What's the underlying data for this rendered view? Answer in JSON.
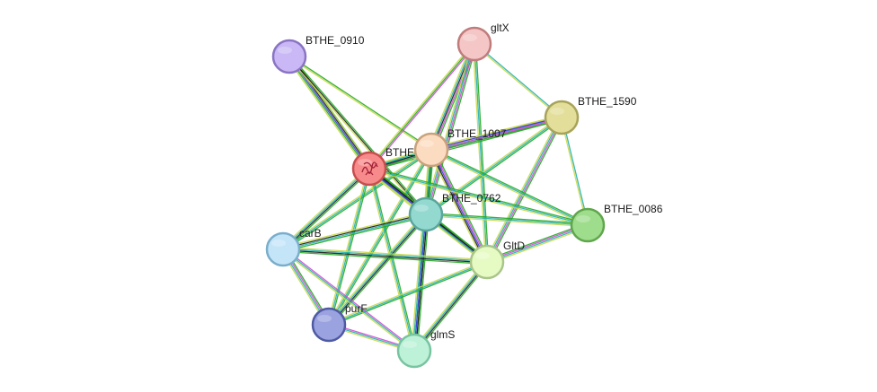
{
  "network": {
    "nodes": [
      {
        "id": "BTHE_0910",
        "label": "BTHE_0910",
        "fill": "#c9b8f5",
        "stroke": "#8a74c4",
        "icon": "none"
      },
      {
        "id": "gltX",
        "label": "gltX",
        "fill": "#f5c6c6",
        "stroke": "#c07c7c",
        "icon": "none"
      },
      {
        "id": "BTHE_1590",
        "label": "BTHE_1590",
        "fill": "#e3de99",
        "stroke": "#a8a35a",
        "icon": "none"
      },
      {
        "id": "BTHE_1007",
        "label": "BTHE_1007",
        "fill": "#fcdcc0",
        "stroke": "#c9a27c",
        "icon": "none"
      },
      {
        "id": "BTHE",
        "label": "BTHE",
        "fill": "#f78a8a",
        "stroke": "#c84e4e",
        "icon": "protein-structure-icon"
      },
      {
        "id": "BTHE_0762",
        "label": "BTHE_0762",
        "fill": "#93d9d0",
        "stroke": "#5aa69c",
        "icon": "none"
      },
      {
        "id": "BTHE_0086",
        "label": "BTHE_0086",
        "fill": "#9edd8c",
        "stroke": "#5fa64c",
        "icon": "none"
      },
      {
        "id": "carB",
        "label": "carB",
        "fill": "#c4e5f8",
        "stroke": "#7aaecb",
        "icon": "none"
      },
      {
        "id": "GltD",
        "label": "GltD",
        "fill": "#e6fbc4",
        "stroke": "#a9c58a",
        "icon": "none"
      },
      {
        "id": "purF",
        "label": "purF",
        "fill": "#9aa3e0",
        "stroke": "#4f5aa3",
        "icon": "none"
      },
      {
        "id": "glmS",
        "label": "glmS",
        "fill": "#bdf2d8",
        "stroke": "#79c4a0",
        "icon": "none"
      }
    ],
    "edges": [
      {
        "source": "BTHE_0910",
        "target": "BTHE",
        "colors": [
          "#8ac926",
          "#1a1a1a",
          "#3a3ad6",
          "#22aa22",
          "#c8d84a"
        ]
      },
      {
        "source": "BTHE_0910",
        "target": "BTHE_0762",
        "colors": [
          "#22aa22",
          "#1a1a1a",
          "#c8d84a"
        ]
      },
      {
        "source": "BTHE_0910",
        "target": "BTHE_1007",
        "colors": [
          "#22aa22",
          "#c8d84a"
        ]
      },
      {
        "source": "gltX",
        "target": "BTHE",
        "colors": [
          "#d04ad0",
          "#22aa22",
          "#c8d84a"
        ]
      },
      {
        "source": "gltX",
        "target": "BTHE_1007",
        "colors": [
          "#22aa22",
          "#d04ad0",
          "#1a1a1a",
          "#22b0b0",
          "#c8d84a"
        ]
      },
      {
        "source": "gltX",
        "target": "BTHE_0762",
        "colors": [
          "#22aa22",
          "#d04ad0",
          "#22b0b0",
          "#c8d84a"
        ]
      },
      {
        "source": "gltX",
        "target": "GltD",
        "colors": [
          "#22aa22",
          "#22b0b0",
          "#c8d84a"
        ]
      },
      {
        "source": "gltX",
        "target": "BTHE_1590",
        "colors": [
          "#22b0b0",
          "#c8d84a"
        ]
      },
      {
        "source": "BTHE_1590",
        "target": "BTHE",
        "colors": [
          "#22aa22",
          "#d04ad0",
          "#22b0b0",
          "#c8d84a"
        ]
      },
      {
        "source": "BTHE_1590",
        "target": "BTHE_1007",
        "colors": [
          "#22aa22",
          "#d04ad0",
          "#3a3ad6",
          "#c8d84a"
        ]
      },
      {
        "source": "BTHE_1590",
        "target": "BTHE_0762",
        "colors": [
          "#22aa22",
          "#22b0b0",
          "#c8d84a"
        ]
      },
      {
        "source": "BTHE_1590",
        "target": "GltD",
        "colors": [
          "#22aa22",
          "#d04ad0",
          "#22b0b0",
          "#c8d84a"
        ]
      },
      {
        "source": "BTHE_1590",
        "target": "BTHE_0086",
        "colors": [
          "#22b0b0",
          "#c8d84a"
        ]
      },
      {
        "source": "BTHE_1007",
        "target": "BTHE",
        "colors": [
          "#22aa22",
          "#1a1a1a",
          "#22b0b0",
          "#c8d84a"
        ]
      },
      {
        "source": "BTHE_1007",
        "target": "BTHE_0762",
        "colors": [
          "#22aa22",
          "#1a1a1a",
          "#22b0b0",
          "#c8d84a"
        ]
      },
      {
        "source": "BTHE_1007",
        "target": "GltD",
        "colors": [
          "#22aa22",
          "#d04ad0",
          "#3a3ad6",
          "#1a1a1a",
          "#c8d84a"
        ]
      },
      {
        "source": "BTHE_1007",
        "target": "BTHE_0086",
        "colors": [
          "#22aa22",
          "#22b0b0",
          "#c8d84a"
        ]
      },
      {
        "source": "BTHE_1007",
        "target": "carB",
        "colors": [
          "#22aa22",
          "#22b0b0",
          "#c8d84a"
        ]
      },
      {
        "source": "BTHE_1007",
        "target": "purF",
        "colors": [
          "#22aa22",
          "#22b0b0",
          "#c8d84a"
        ]
      },
      {
        "source": "BTHE_1007",
        "target": "glmS",
        "colors": [
          "#22aa22",
          "#22b0b0",
          "#c8d84a"
        ]
      },
      {
        "source": "BTHE",
        "target": "BTHE_0762",
        "colors": [
          "#22aa22",
          "#1a1a1a",
          "#3a3ad6",
          "#22b0b0",
          "#c8d84a"
        ]
      },
      {
        "source": "BTHE",
        "target": "GltD",
        "colors": [
          "#22aa22",
          "#1a1a1a",
          "#3a3ad6",
          "#c8d84a"
        ]
      },
      {
        "source": "BTHE",
        "target": "BTHE_0086",
        "colors": [
          "#22aa22",
          "#22b0b0",
          "#c8d84a"
        ]
      },
      {
        "source": "BTHE",
        "target": "carB",
        "colors": [
          "#22aa22",
          "#1a1a1a",
          "#22b0b0",
          "#c8d84a"
        ]
      },
      {
        "source": "BTHE",
        "target": "purF",
        "colors": [
          "#22aa22",
          "#22b0b0",
          "#c8d84a"
        ]
      },
      {
        "source": "BTHE",
        "target": "glmS",
        "colors": [
          "#22aa22",
          "#22b0b0",
          "#c8d84a"
        ]
      },
      {
        "source": "BTHE_0762",
        "target": "GltD",
        "colors": [
          "#22aa22",
          "#1a1a1a",
          "#22b0b0",
          "#c8d84a"
        ]
      },
      {
        "source": "BTHE_0762",
        "target": "BTHE_0086",
        "colors": [
          "#22aa22",
          "#22b0b0",
          "#c8d84a"
        ]
      },
      {
        "source": "BTHE_0762",
        "target": "carB",
        "colors": [
          "#22aa22",
          "#22b0b0",
          "#1a1a1a",
          "#c8d84a"
        ]
      },
      {
        "source": "BTHE_0762",
        "target": "purF",
        "colors": [
          "#22aa22",
          "#1a1a1a",
          "#22b0b0",
          "#c8d84a"
        ]
      },
      {
        "source": "BTHE_0762",
        "target": "glmS",
        "colors": [
          "#22aa22",
          "#1a1a1a",
          "#3a3ad6",
          "#22b0b0",
          "#c8d84a"
        ]
      },
      {
        "source": "GltD",
        "target": "BTHE_0086",
        "colors": [
          "#22aa22",
          "#d04ad0",
          "#22b0b0",
          "#c8d84a"
        ]
      },
      {
        "source": "GltD",
        "target": "carB",
        "colors": [
          "#22aa22",
          "#1a1a1a",
          "#22b0b0",
          "#c8d84a"
        ]
      },
      {
        "source": "GltD",
        "target": "purF",
        "colors": [
          "#22aa22",
          "#22b0b0",
          "#c8d84a"
        ]
      },
      {
        "source": "GltD",
        "target": "glmS",
        "colors": [
          "#22aa22",
          "#1a1a1a",
          "#22b0b0",
          "#c8d84a"
        ]
      },
      {
        "source": "carB",
        "target": "purF",
        "colors": [
          "#22aa22",
          "#d04ad0",
          "#22b0b0",
          "#c8d84a"
        ]
      },
      {
        "source": "carB",
        "target": "glmS",
        "colors": [
          "#d04ad0",
          "#22b0b0",
          "#c8d84a"
        ]
      },
      {
        "source": "purF",
        "target": "glmS",
        "colors": [
          "#d04ad0",
          "#22b0b0",
          "#c8d84a"
        ]
      }
    ]
  }
}
